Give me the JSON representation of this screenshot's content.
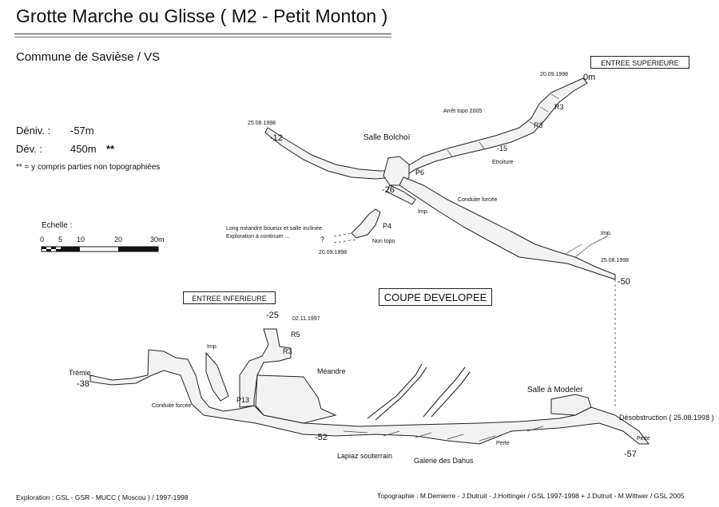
{
  "title": "Grotte Marche ou Glisse ( M2 - Petit Monton )",
  "commune": "Commune de Savièse / VS",
  "stats": {
    "deniv_label": "Déniv. :",
    "deniv_value": "-57m",
    "dev_label": "Dév.   :",
    "dev_value": "450m",
    "dev_marker": "**",
    "note": "** =  y compris parties non topographiées"
  },
  "scale": {
    "label": "Echelle :",
    "ticks": [
      "0",
      "5",
      "10",
      "20",
      "30m"
    ]
  },
  "boxes": {
    "entree_superieure": "ENTREE SUPERIEURE",
    "entree_inferieure": "ENTREE INFERIEURE",
    "coupe": "COUPE DEVELOPEE"
  },
  "labels": {
    "date_20_09_1998_top": "20.09.1998",
    "zero_m": "0m",
    "r3_a": "R3",
    "r3_b": "R3",
    "arret_topo": "Arrêt topo 2005",
    "date_25_08_1998_left": "25.08.1998",
    "minus_12": "-12",
    "salle_bolchoi": "Salle Bolchoï",
    "minus_15": "-15",
    "etroiture": "Etroiture",
    "p6": "P6",
    "minus_26": "-26",
    "conduite_forcee_top": "Conduite forcée",
    "imp_a": "Imp.",
    "p4": "P4",
    "meandre_note_1": "Long méandre boueux et salle inclinée.",
    "meandre_note_2": "Exploration à continuer ...",
    "question": "?",
    "non_topo": "Non topo",
    "date_20_09_1998_bottom": "20.09.1998",
    "imp_b": "Imp.",
    "date_25_08_1998_right": "25.08.1998",
    "minus_50": "-50",
    "minus_25": "-25",
    "date_02_11_1997": "02.11.1997",
    "r5": "R5",
    "r3_c": "R3",
    "imp_c": "Imp.",
    "meandre": "Méandre",
    "tremie": "Trémie",
    "minus_38": "-38",
    "p13": "P13",
    "conduite_forcee_bottom": "Conduite forcée",
    "salle_modeler": "Salle à Modeler",
    "desobstruction": "Désobstruction ( 25.08.1998 )",
    "minus_52": "-52",
    "perte_a": "Perte",
    "perte_b": "Perte",
    "minus_57": "-57",
    "lapiaz": "Lapiaz souterrain",
    "galerie": "Galerie des Dahus"
  },
  "footer": {
    "exploration": "Exploration  :  GSL - GSR - MUCC ( Moscou )  /  1997-1998",
    "topographie": "Topographie  :  M.Demierre - J.Dutruit - J.Hottinger  /  GSL 1997-1998   +  J.Dutruit - M.Wittwer  /  GSL 2005"
  }
}
